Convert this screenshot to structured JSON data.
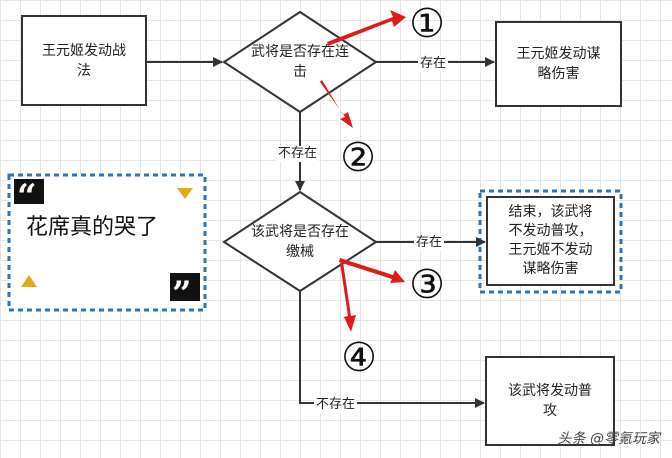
{
  "nodes": {
    "start": "王元姬发动战\n法",
    "decision1": "武将是否存在连\n击",
    "result1": "王元姬发动谋\n略伤害",
    "decision2": "该武将是否存在\n缴械",
    "result_end": "结束，该武将\n不发动普攻，\n王元姬不发动\n谋略伤害",
    "result_attack": "该武将发动普\n攻"
  },
  "edges": {
    "d1_yes": "存在",
    "d1_no": "不存在",
    "d2_yes": "存在",
    "d2_no": "不存在"
  },
  "markers": {
    "m1": "①",
    "m2": "②",
    "m3": "③",
    "m4": "④"
  },
  "quote_box": {
    "text": "花席真的哭了"
  },
  "watermark": "头条 @零氪玩家",
  "colors": {
    "arrow_red": "#e01b1b",
    "dotted_blue": "#2e75b6",
    "triangle_gold": "#e6a817",
    "line_dark": "#333333"
  }
}
